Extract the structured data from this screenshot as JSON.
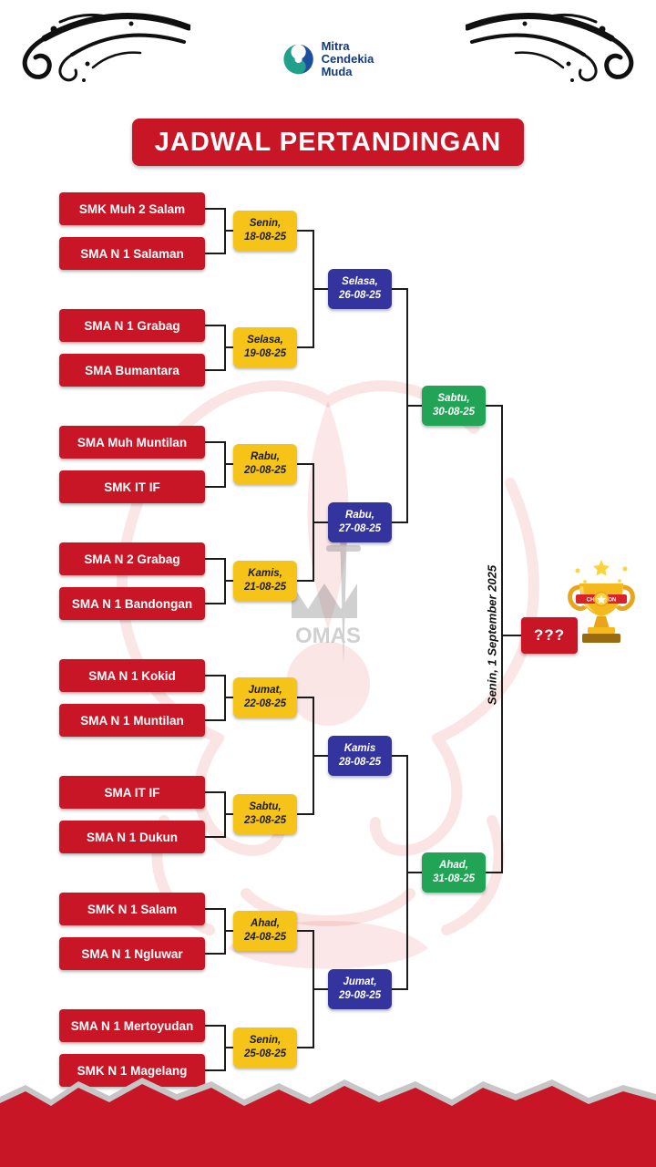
{
  "logo": {
    "line1": "Mitra",
    "line2": "Cendekia",
    "line3": "Muda"
  },
  "title": "JADWAL PERTANDINGAN",
  "bracket": {
    "teams": [
      "SMK Muh 2 Salam",
      "SMA N 1 Salaman",
      "SMA N 1 Grabag",
      "SMA Bumantara",
      "SMA Muh Muntilan",
      "SMK IT IF",
      "SMA N 2 Grabag",
      "SMA N 1 Bandongan",
      "SMA N 1 Kokid",
      "SMA N 1 Muntilan",
      "SMA IT IF",
      "SMA N 1 Dukun",
      "SMK N 1 Salam",
      "SMA N 1 Ngluwar",
      "SMA N 1 Mertoyudan",
      "SMK N 1 Magelang"
    ],
    "round1": [
      {
        "day": "Senin,",
        "date": "18-08-25"
      },
      {
        "day": "Selasa,",
        "date": "19-08-25"
      },
      {
        "day": "Rabu,",
        "date": "20-08-25"
      },
      {
        "day": "Kamis,",
        "date": "21-08-25"
      },
      {
        "day": "Jumat,",
        "date": "22-08-25"
      },
      {
        "day": "Sabtu,",
        "date": "23-08-25"
      },
      {
        "day": "Ahad,",
        "date": "24-08-25"
      },
      {
        "day": "Senin,",
        "date": "25-08-25"
      }
    ],
    "round2": [
      {
        "day": "Selasa,",
        "date": "26-08-25"
      },
      {
        "day": "Rabu,",
        "date": "27-08-25"
      },
      {
        "day": "Kamis",
        "date": "28-08-25"
      },
      {
        "day": "Jumat,",
        "date": "29-08-25"
      }
    ],
    "semifinals": [
      {
        "day": "Sabtu,",
        "date": "30-08-25"
      },
      {
        "day": "Ahad,",
        "date": "31-08-25"
      }
    ],
    "final": {
      "schedule": "Senin, 1 September 2025",
      "champion_placeholder": "???"
    }
  },
  "colors": {
    "red": "#c81626",
    "yellow": "#f6c318",
    "blue": "#34349e",
    "green": "#22a457",
    "line": "#1b1b1b",
    "logoblue": "#15397e",
    "logoteal": "#15397e"
  }
}
